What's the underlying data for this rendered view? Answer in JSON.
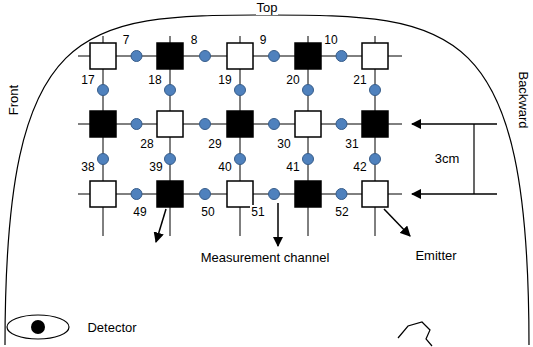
{
  "diagram": {
    "labels": [
      "Top",
      "Front",
      "Backward",
      "7",
      "8",
      "9",
      "10",
      "17",
      "18",
      "19",
      "20",
      "21",
      "28",
      "29",
      "30",
      "31",
      "38",
      "39",
      "40",
      "41",
      "42",
      "49",
      "50",
      "51",
      "52",
      "3cm",
      "Detector",
      "Measurement channel",
      "Emitter"
    ]
  }
}
